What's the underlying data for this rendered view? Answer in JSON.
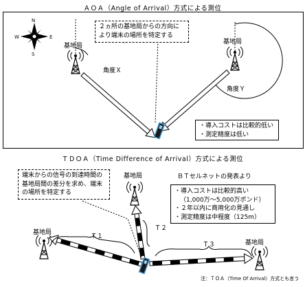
{
  "aoa": {
    "title": "ＡＯＡ（Angle of Arrival）方式による測位",
    "callout_line1": "２ヵ所の基地局からの方向に",
    "callout_line2": "より端末の場所を特定する",
    "station_left": "基地局",
    "station_right": "基地局",
    "angle_x": "角度Ｘ",
    "angle_y": "角度Ｙ",
    "bullets": [
      "・導入コストは比較的低い",
      "・測定精度は低い"
    ],
    "compass": {
      "n": "N",
      "s": "S",
      "e": "E",
      "w": "W"
    }
  },
  "tdoa": {
    "title": "ＴＤＯＡ（Time Difference of Arrival）方式による測位",
    "callout_line1": "端末からの信号の到達時間の",
    "callout_line2": "基地局間の差分を求め、端末",
    "callout_line3": "の場所を特定する",
    "station_left": "基地局",
    "station_top": "基地局",
    "station_right": "基地局",
    "t1": "Ｔ１",
    "t2": "Ｔ２",
    "t3": "Ｔ３",
    "report_title": "ＢＴセルネットの発表より",
    "bullets": [
      "・導入コストは比較的高い",
      "（1,000万～5,000万ポンド）",
      "・２年以内に商用化の見通し",
      "・測定精度は中程度（125m）"
    ],
    "note": "注：ＴＯＡ（Time Of Arrival）方式とも言う"
  }
}
